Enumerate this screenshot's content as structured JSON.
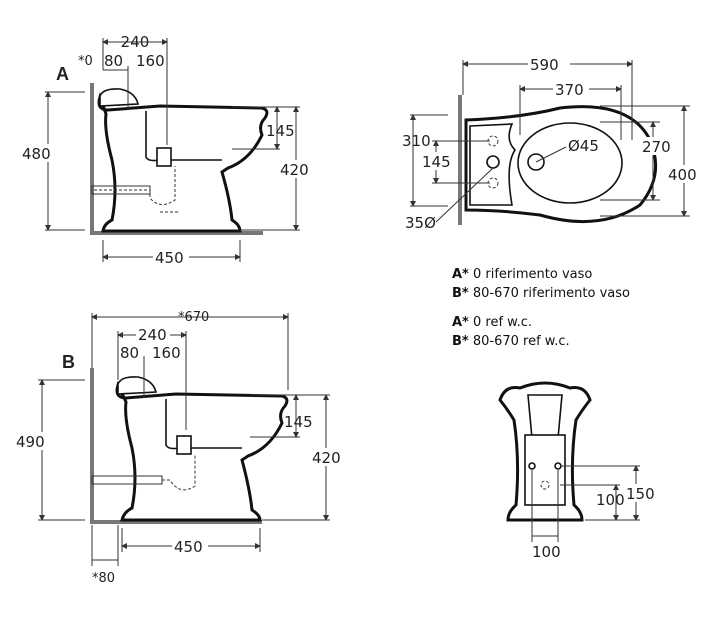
{
  "view_a": {
    "label": "A",
    "dims": {
      "offset": "*0",
      "d240": "240",
      "d80": "80",
      "d160": "160",
      "d480": "480",
      "d145": "145",
      "d420": "420",
      "d450": "450"
    }
  },
  "top_view": {
    "dims": {
      "d590": "590",
      "d370": "370",
      "d310": "310",
      "d145": "145",
      "d45": "Ø45",
      "d270": "270",
      "d400": "400",
      "d35": "35Ø"
    }
  },
  "legend": [
    {
      "key": "A*",
      "text": " 0 riferimento vaso"
    },
    {
      "key": "B*",
      "text": " 80-670 riferimento vaso"
    },
    {
      "key": "A*",
      "text": " 0  ref w.c."
    },
    {
      "key": "B*",
      "text": " 80-670 ref w.c."
    }
  ],
  "view_b": {
    "label": "B",
    "dims": {
      "d670": "*670",
      "d240": "240",
      "d80": "80",
      "d160": "160",
      "d490": "490",
      "d145": "145",
      "d420": "420",
      "d450": "450",
      "offset": "*80"
    }
  },
  "front_view": {
    "dims": {
      "d150": "150",
      "d100_right": "100",
      "d100_bottom": "100"
    }
  }
}
